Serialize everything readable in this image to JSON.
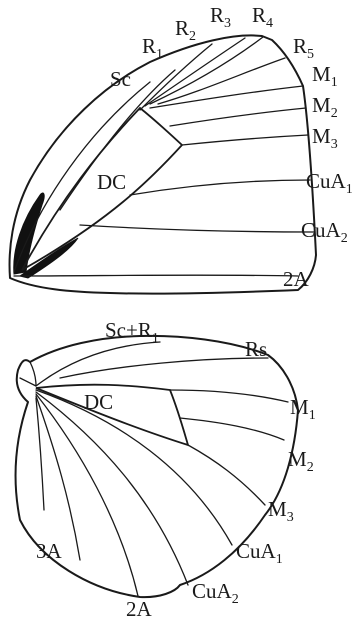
{
  "forewing": {
    "cell_label": "DC",
    "veins": [
      {
        "main": "Sc",
        "sub": ""
      },
      {
        "main": "R",
        "sub": "1"
      },
      {
        "main": "R",
        "sub": "2"
      },
      {
        "main": "R",
        "sub": "3"
      },
      {
        "main": "R",
        "sub": "4"
      },
      {
        "main": "R",
        "sub": "5"
      },
      {
        "main": "M",
        "sub": "1"
      },
      {
        "main": "M",
        "sub": "2"
      },
      {
        "main": "M",
        "sub": "3"
      },
      {
        "main": "CuA",
        "sub": "1"
      },
      {
        "main": "CuA",
        "sub": "2"
      },
      {
        "main": "2A",
        "sub": ""
      }
    ]
  },
  "hindwing": {
    "cell_label": "DC",
    "veins": [
      {
        "main": "Sc+R",
        "sub": "1"
      },
      {
        "main": "Rs",
        "sub": ""
      },
      {
        "main": "M",
        "sub": "1"
      },
      {
        "main": "M",
        "sub": "2"
      },
      {
        "main": "M",
        "sub": "3"
      },
      {
        "main": "CuA",
        "sub": "1"
      },
      {
        "main": "CuA",
        "sub": "2"
      },
      {
        "main": "2A",
        "sub": ""
      },
      {
        "main": "3A",
        "sub": ""
      }
    ]
  }
}
